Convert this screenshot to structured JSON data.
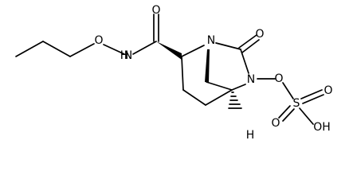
{
  "structure": {
    "atoms": {
      "O_ether": "O",
      "N_amide": "N",
      "H_amide": "H",
      "O_carbonyl_amide": "O",
      "N_bridgehead": "N",
      "O_carbonyl_urea": "O",
      "N_urea": "N",
      "O_oxy": "O",
      "S": "S",
      "O_sulfonyl_1": "O",
      "O_sulfonyl_2": "O",
      "OH": "OH",
      "H_bridgehead": "H"
    }
  }
}
